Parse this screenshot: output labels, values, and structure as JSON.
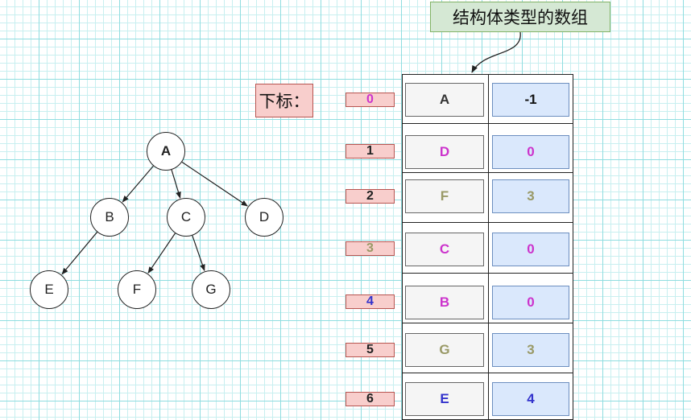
{
  "title": "结构体类型的数组",
  "index_label": "下标：",
  "tree": {
    "nodes": [
      {
        "id": "A",
        "label": "A"
      },
      {
        "id": "B",
        "label": "B"
      },
      {
        "id": "C",
        "label": "C"
      },
      {
        "id": "D",
        "label": "D"
      },
      {
        "id": "E",
        "label": "E"
      },
      {
        "id": "F",
        "label": "F"
      },
      {
        "id": "G",
        "label": "G"
      }
    ],
    "edges": [
      [
        "A",
        "B"
      ],
      [
        "A",
        "C"
      ],
      [
        "A",
        "D"
      ],
      [
        "B",
        "E"
      ],
      [
        "C",
        "F"
      ],
      [
        "C",
        "G"
      ]
    ]
  },
  "rows": [
    {
      "index": "0",
      "data": "A",
      "parent": "-1",
      "index_color": "#cc33cc",
      "data_color": "#333333",
      "parent_color": "#111111"
    },
    {
      "index": "1",
      "data": "D",
      "parent": "0",
      "index_color": "#222222",
      "data_color": "#cc33cc",
      "parent_color": "#cc33cc"
    },
    {
      "index": "2",
      "data": "F",
      "parent": "3",
      "index_color": "#222222",
      "data_color": "#999966",
      "parent_color": "#999966"
    },
    {
      "index": "3",
      "data": "C",
      "parent": "0",
      "index_color": "#999966",
      "data_color": "#cc33cc",
      "parent_color": "#cc33cc"
    },
    {
      "index": "4",
      "data": "B",
      "parent": "0",
      "index_color": "#3333cc",
      "data_color": "#cc33cc",
      "parent_color": "#cc33cc"
    },
    {
      "index": "5",
      "data": "G",
      "parent": "3",
      "index_color": "#222222",
      "data_color": "#999966",
      "parent_color": "#999966"
    },
    {
      "index": "6",
      "data": "E",
      "parent": "4",
      "index_color": "#222222",
      "data_color": "#3333cc",
      "parent_color": "#3333cc"
    }
  ]
}
